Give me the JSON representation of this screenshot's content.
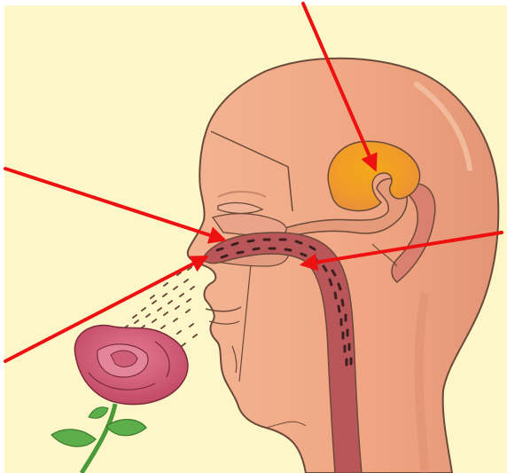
{
  "illustration": {
    "subject": "smell",
    "parts": [
      "head-profile",
      "brain",
      "olfactory-bulb",
      "nasal-cavity",
      "throat",
      "rose",
      "scent-particles"
    ],
    "arrows": [
      {
        "id": "arrow-to-brain",
        "points_to": "brain"
      },
      {
        "id": "arrow-to-nose-upper",
        "points_to": "nasal-cavity-roof"
      },
      {
        "id": "arrow-to-nasal-passage",
        "points_to": "nasal-passage"
      },
      {
        "id": "arrow-to-nostril",
        "points_to": "nostril"
      }
    ],
    "colors": {
      "background": "#fdf6c8",
      "skin": "#f0a884",
      "skin_shadow": "#d97e63",
      "outline": "#6b4a3a",
      "brain": "#f0a020",
      "passage": "#b8565a",
      "particles": "#6b4a3a",
      "rose": "#d4607a",
      "leaf": "#5cae4a",
      "arrow": "#ee1111"
    }
  }
}
